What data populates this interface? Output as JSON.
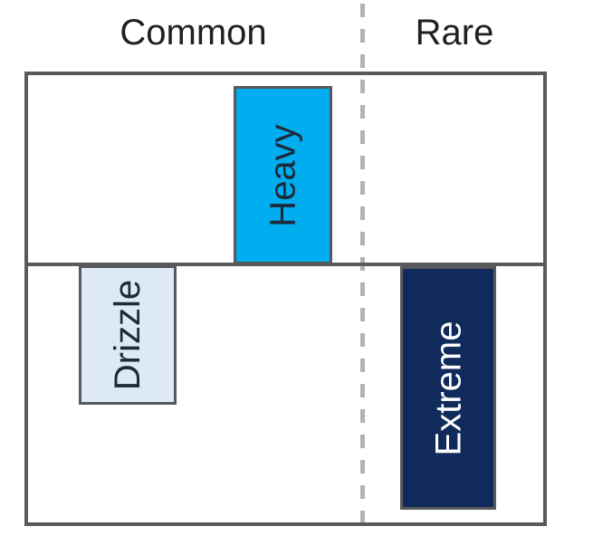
{
  "figure": {
    "description": "Quadrant diagram of rainfall types by frequency (Common vs Rare) and placement above/below a midline",
    "columns": {
      "left": {
        "label": "Common"
      },
      "right": {
        "label": "Rare"
      }
    },
    "bars": [
      {
        "label": "Heavy",
        "column": "Common",
        "row": "top",
        "fill": "#00adee",
        "text_color": "#1e2a3a"
      },
      {
        "label": "Drizzle",
        "column": "Common",
        "row": "bottom",
        "fill": "#dde9f5",
        "text_color": "#1e2a3a"
      },
      {
        "label": "Extreme",
        "column": "Rare",
        "row": "bottom",
        "fill": "#0f2a5b",
        "text_color": "#ffffff"
      }
    ],
    "colors": {
      "frame_border": "#58595b",
      "midline": "#58595b",
      "dashed_divider": "#b3b3b3",
      "header_text": "#231f20",
      "background": "#ffffff"
    }
  }
}
